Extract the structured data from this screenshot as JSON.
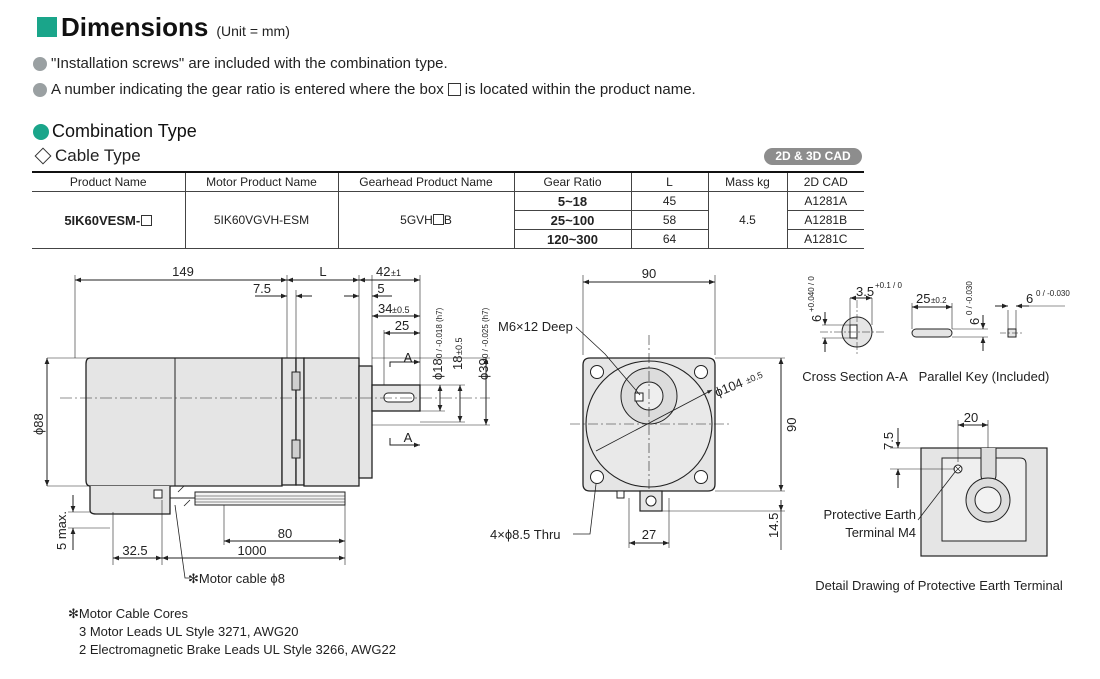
{
  "heading": {
    "title": "Dimensions",
    "unit": "(Unit = mm)"
  },
  "notes": [
    {
      "text": "\"Installation screws\" are included with the combination type."
    },
    {
      "pre": "A number indicating the gear ratio is entered where the box",
      "post": "is located within the product name."
    }
  ],
  "section": {
    "title": "Combination Type"
  },
  "subsection": {
    "title": "Cable Type"
  },
  "cad_badge": "2D & 3D CAD",
  "table": {
    "headers": [
      "Product Name",
      "Motor Product Name",
      "Gearhead Product Name",
      "Gear Ratio",
      "L",
      "Mass kg",
      "2D CAD"
    ],
    "product_name": "5IK60VESM-",
    "motor_product": "5IK60VGVH-ESM",
    "gearhead_pre": "5GVH",
    "gearhead_post": "B",
    "mass": "4.5",
    "rows": [
      {
        "ratio": "5~18",
        "L": "45",
        "cad": "A1281A"
      },
      {
        "ratio": "25~100",
        "L": "58",
        "cad": "A1281B"
      },
      {
        "ratio": "120~300",
        "L": "64",
        "cad": "A1281C"
      }
    ]
  },
  "side_view": {
    "dim_149": "149",
    "dim_L": "L",
    "dim_42": "42",
    "tol_42": "±1",
    "dim_7_5": "7.5",
    "dim_5": "5",
    "dim_34": "34",
    "tol_34": "±0.5",
    "dim_25": "25",
    "section_label": "A",
    "dim_phi18": "ϕ18",
    "tol_phi18": "0 / -0.018 (h7)",
    "dim_18": "18",
    "tol_18": "±0.5",
    "dim_phi39": "ϕ39",
    "tol_phi39": "0 / -0.025 (h7)",
    "dim_phi88": "ϕ88",
    "dim_5max": "5 max.",
    "dim_32_5": "32.5",
    "dim_1000": "1000",
    "dim_80": "80",
    "motor_cable": "✻Motor cable ϕ8"
  },
  "front_view": {
    "dim_90_top": "90",
    "m6": "M6×12 Deep",
    "phi104": "ϕ104",
    "tol_104": "±0.5",
    "dim_90_side": "90",
    "holes": "4×ϕ8.5 Thru",
    "dim_27": "27",
    "dim_14_5": "14.5"
  },
  "cross_section": {
    "dim_3_5": "3.5",
    "tol_3_5": "+0.1 / 0",
    "dim_6": "6",
    "tol_6": "+0.040 / 0",
    "caption": "Cross Section A-A"
  },
  "parallel_key": {
    "dim_25": "25",
    "tol_25": "±0.2",
    "dim_6a": "6",
    "tol_6a": "0 / -0.030",
    "dim_6b": "6",
    "tol_6b": "0 / -0.030",
    "caption": "Parallel Key (Included)"
  },
  "earth_detail": {
    "dim_20": "20",
    "dim_7_5": "7.5",
    "label_1": "Protective Earth",
    "label_2": "Terminal M4",
    "caption": "Detail Drawing of Protective Earth Terminal"
  },
  "cable_cores": {
    "title": "✻Motor Cable Cores",
    "line1": "3 Motor Leads UL Style 3271, AWG20",
    "line2": "2 Electromagnetic Brake Leads UL Style 3266, AWG22"
  },
  "colors": {
    "accent": "#1aa58a",
    "bullet": "#9aa0a2",
    "badge": "#8d8d8d",
    "part_fill": "#e5e5e5"
  }
}
